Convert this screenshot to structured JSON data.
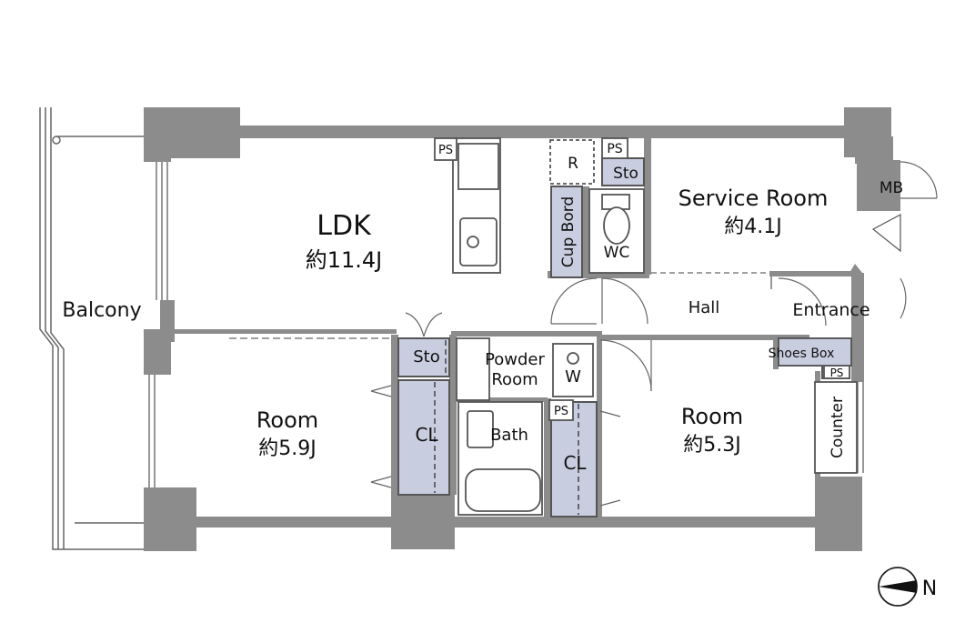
{
  "rooms": {
    "ldk": {
      "name": "LDK",
      "size": "約11.4J"
    },
    "service_room": {
      "name": "Service Room",
      "size": "約4.1J"
    },
    "room_left": {
      "name": "Room",
      "size": "約5.9J"
    },
    "room_right": {
      "name": "Room",
      "size": "約5.3J"
    }
  },
  "labels": {
    "balcony": "Balcony",
    "hall": "Hall",
    "entrance": "Entrance",
    "shoes_box": "Shoes Box",
    "counter": "Counter",
    "mb": "MB",
    "ps": "PS",
    "sto": "Sto",
    "wc": "WC",
    "r": "R",
    "cup_bord": "Cup Bord",
    "powder_room_line1": "Powder",
    "powder_room_line2": "Room",
    "w": "W",
    "bath": "Bath",
    "cl": "CL",
    "north": "N"
  },
  "colors": {
    "wall": "#8c8c8c",
    "storage": "#c9cde0",
    "line": "#555555",
    "text": "#111111"
  }
}
